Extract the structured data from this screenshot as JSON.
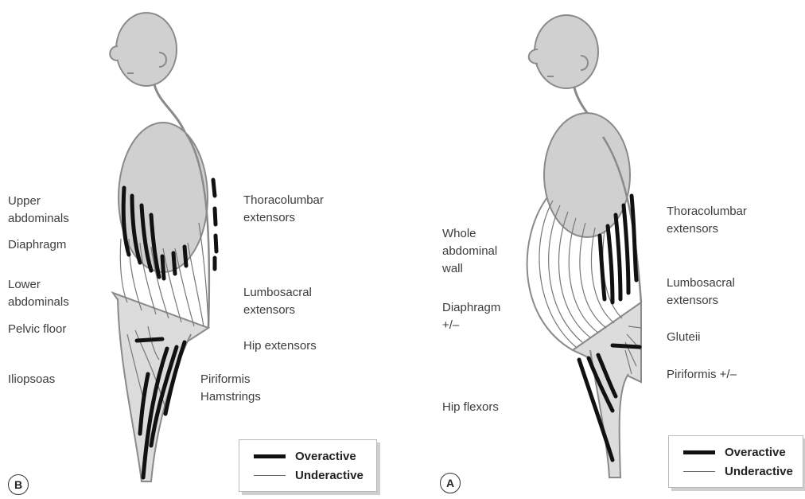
{
  "colors": {
    "body_fill": "#d0d0d0",
    "outline": "#8a8a8a",
    "overactive": "#111111",
    "underactive": "#666666"
  },
  "panel_b": {
    "letter": "B",
    "left_labels": [
      "Upper\nabdominals",
      "Diaphragm",
      "Lower\nabdominals",
      "Pelvic floor",
      "Iliopsoas"
    ],
    "right_labels": [
      "Thoracolumbar\nextensors",
      "Lumbosacral\nextensors",
      "Hip extensors",
      "Piriformis\nHamstrings"
    ],
    "legend": {
      "overactive": "Overactive",
      "underactive": "Underactive"
    }
  },
  "panel_a": {
    "letter": "A",
    "left_labels": [
      "Whole\nabdominal\nwall",
      "Diaphragm\n+/–",
      "Hip flexors"
    ],
    "right_labels": [
      "Thoracolumbar\nextensors",
      "Lumbosacral\nextensors",
      "Gluteii",
      "Piriformis +/–"
    ],
    "legend": {
      "overactive": "Overactive",
      "underactive": "Underactive"
    }
  }
}
